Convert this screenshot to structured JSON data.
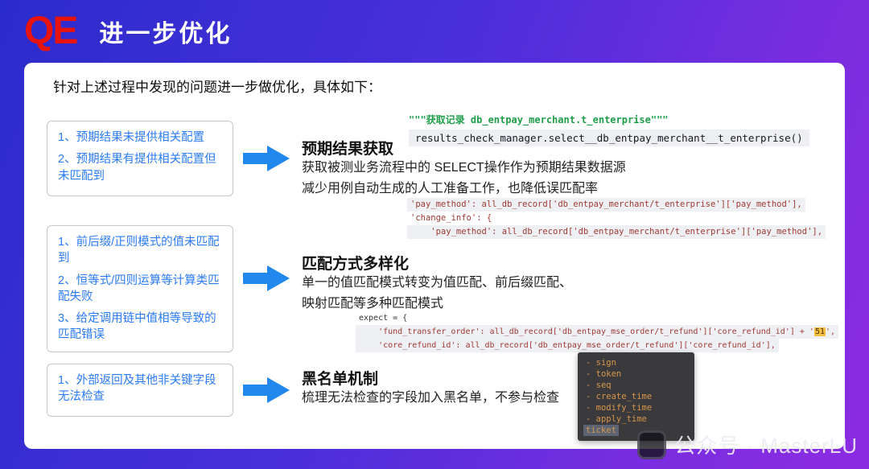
{
  "header": {
    "logo": "QE",
    "title": "进一步优化"
  },
  "intro": "针对上述过程中发现的问题进一步做优化，具体如下：",
  "rows": [
    {
      "box_items": [
        "1、预期结果未提供相关配置",
        "2、预期结果有提供相关配置但未匹配到"
      ],
      "heading": "预期结果获取",
      "desc": [
        "获取被测业务流程中的 SELECT操作作为预期结果数据源",
        "减少用例自动生成的人工准备工作，也降低误匹配率"
      ],
      "code_docstring": "\"\"\"获取记录 db_entpay_merchant.t_enterprise\"\"\"",
      "code_call": "results_check_manager.select__db_entpay_merchant__t_enterprise()",
      "code_lines": [
        "'pay_method': all_db_record['db_entpay_merchant/t_enterprise']['pay_method'],",
        "'change_info': {",
        "    'pay_method': all_db_record['db_entpay_merchant/t_enterprise']['pay_method'],"
      ]
    },
    {
      "box_items": [
        "1、前后缀/正则模式的值未匹配到",
        "2、恒等式/四则运算等计算类匹配失败",
        "3、给定调用链中值相等导致的匹配错误"
      ],
      "heading": "匹配方式多样化",
      "desc": [
        "单一的值匹配模式转变为值匹配、前后缀匹配、",
        "映射匹配等多种匹配模式"
      ],
      "code_line1": "expect = {",
      "code_line2_pre": "    'fund_transfer_order': all_db_record['db_entpay_mse_order/t_refund']['core_refund_id'] + '",
      "code_line2_hl": "51",
      "code_line2_post": "',",
      "code_line3": "    'core_refund_id': all_db_record['db_entpay_mse_order/t_refund']['core_refund_id'],"
    },
    {
      "box_items": [
        "1、外部返回及其他非关键字段无法检查"
      ],
      "heading": "黑名单机制",
      "desc": [
        "梳理无法检查的字段加入黑名单，不参与检查"
      ],
      "blacklist": [
        "- sign",
        "- token",
        "- seq",
        "- create_time",
        "- modify_time",
        "- apply_time",
        "ticket"
      ]
    }
  ],
  "watermark": "公众号 · MasterLU",
  "colors": {
    "bg_gradient_start": "#2b2ccc",
    "bg_gradient_end": "#8c2be3",
    "logo_red": "#e8140c",
    "arrow_blue": "#2188ee",
    "box_text_blue": "#2b7bf5",
    "docstring_green": "#1f9e4a",
    "code_red": "#a03a33",
    "highlight_yellow": "#f3bf3e",
    "blacklist_bg": "#3a3a3c",
    "blacklist_text": "#d8964a"
  }
}
